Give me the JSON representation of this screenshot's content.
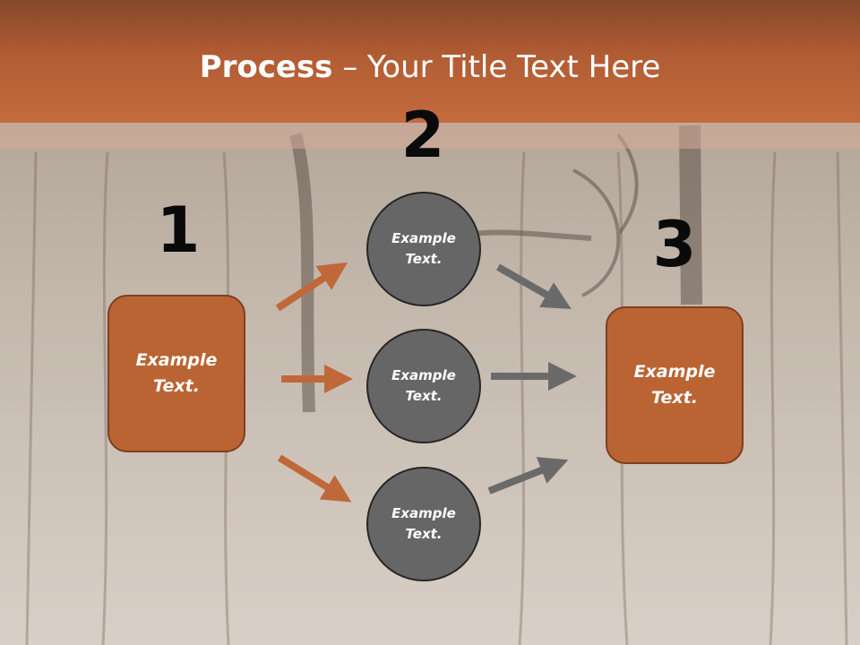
{
  "title": {
    "bold": "Process",
    "rest": " – Your Title Text Here"
  },
  "steps": {
    "one": "1",
    "two": "2",
    "three": "3"
  },
  "nodes": {
    "left_box": "Example\nText.",
    "circle_top": "Example\nText.",
    "circle_middle": "Example\nText.",
    "circle_bottom": "Example\nText.",
    "right_box": "Example\nText."
  },
  "colors": {
    "accent": "#ba6434",
    "header": "#b15c33",
    "circle_fill": "#666666",
    "arrow_orange": "#c0683a",
    "arrow_gray": "#6a6a6a"
  }
}
